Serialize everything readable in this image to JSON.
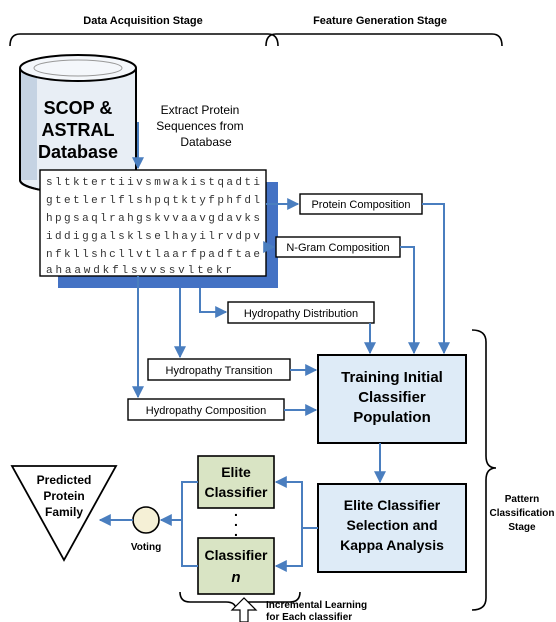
{
  "stages": {
    "data_acquisition": "Data Acquisition Stage",
    "feature_generation": "Feature Generation Stage",
    "pattern_classification": [
      "Pattern",
      "Classification",
      "Stage"
    ]
  },
  "database": {
    "lines": [
      "SCOP &",
      "ASTRAL",
      "Database"
    ]
  },
  "extract_label": [
    "Extract Protein",
    "Sequences from",
    "Database"
  ],
  "sequence_lines": [
    "sltktertiivsmwakistqadti",
    "gtetlerlflshpqtktyfphfdl",
    "hpgsaqlrahgskvvaavgdavks",
    "iddiggalsklselhayilrvdpv",
    "nfkllshcllvtlaarfpadftae",
    "ahaawdkflsvvssvltekr"
  ],
  "features": {
    "protein_composition": "Protein Composition",
    "ngram_composition": "N-Gram Composition",
    "hydropathy_distribution": "Hydropathy Distribution",
    "hydropathy_transition": "Hydropathy Transition",
    "hydropathy_composition": "Hydropathy Composition"
  },
  "training": [
    "Training Initial",
    "Classifier",
    "Population"
  ],
  "elite_selection": [
    "Elite Classifier",
    "Selection and",
    "Kappa Analysis"
  ],
  "elite_classifier_1": [
    "Elite",
    "Classifier"
  ],
  "ellipsis": ".",
  "elite_classifier_n": [
    "Classifier",
    "n"
  ],
  "voting": "Voting",
  "predicted": [
    "Predicted",
    "Protein",
    "Family"
  ],
  "incremental": [
    "Incremental Learning",
    "for Each classifier"
  ],
  "colors": {
    "arrow": "#4a7ebf",
    "shadow": "#4472c4",
    "elite_fill": "#d9e4c4",
    "main_fill": "#deebf7",
    "voting_fill": "#f5f0d6"
  }
}
